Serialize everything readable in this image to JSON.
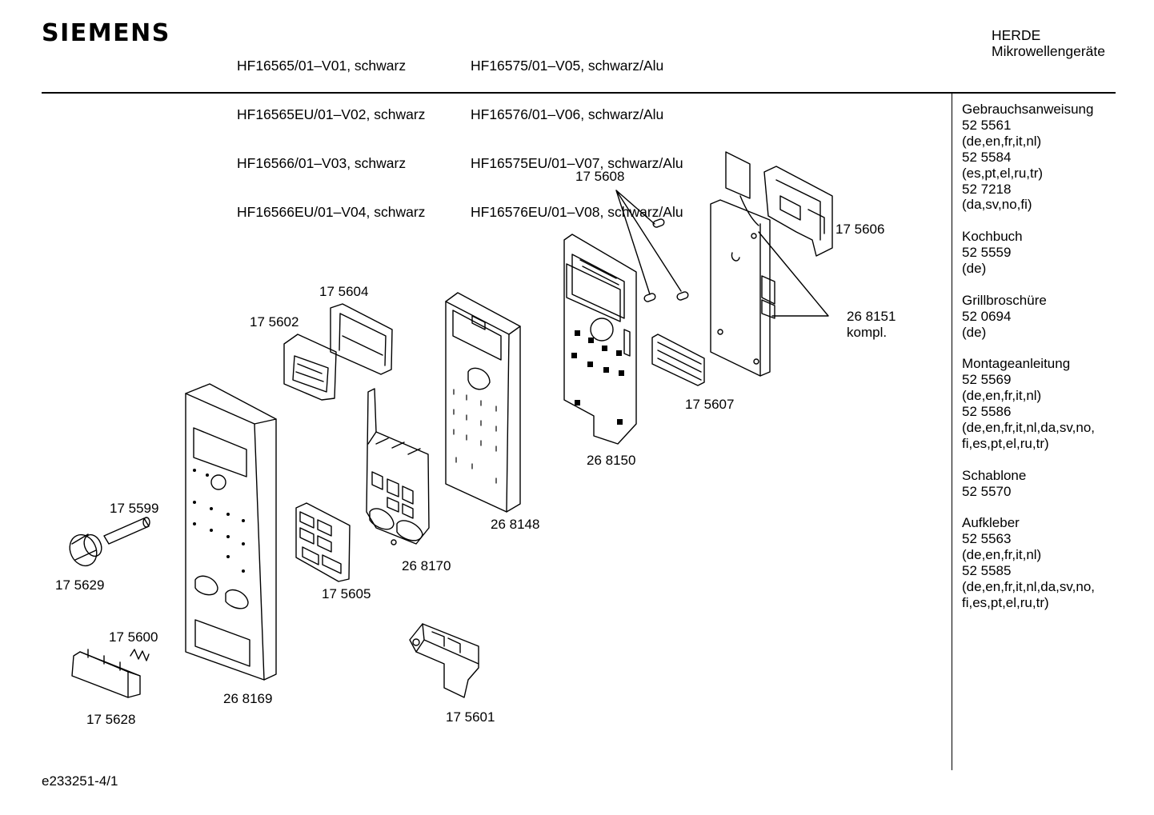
{
  "brand": "SIEMENS",
  "models_left": [
    "HF16565/01–V01, schwarz",
    "HF16565EU/01–V02, schwarz",
    "HF16566/01–V03, schwarz",
    "HF16566EU/01–V04, schwarz"
  ],
  "models_right": [
    "HF16575/01–V05, schwarz/Alu",
    "HF16576/01–V06, schwarz/Alu",
    "HF16575EU/01–V07, schwarz/Alu",
    "HF16576EU/01–V08, schwarz/Alu"
  ],
  "category": {
    "line1": "HERDE",
    "line2": "Mikrowellengeräte"
  },
  "documents": [
    {
      "title": "Gebrauchsanweisung",
      "lines": [
        "52 5561",
        "(de,en,fr,it,nl)",
        "52 5584",
        "(es,pt,el,ru,tr)",
        "52 7218",
        "(da,sv,no,fi)"
      ]
    },
    {
      "title": "Kochbuch",
      "lines": [
        "52 5559",
        "(de)"
      ]
    },
    {
      "title": "Grillbroschüre",
      "lines": [
        "52 0694",
        "(de)"
      ]
    },
    {
      "title": "Montageanleitung",
      "lines": [
        "52 5569",
        "(de,en,fr,it,nl)",
        "52 5586",
        "(de,en,fr,it,nl,da,sv,no,",
        "fi,es,pt,el,ru,tr)"
      ]
    },
    {
      "title": "Schablone",
      "lines": [
        "52 5570"
      ]
    },
    {
      "title": "Aufkleber",
      "lines": [
        "52 5563",
        "(de,en,fr,it,nl)",
        "52 5585",
        "(de,en,fr,it,nl,da,sv,no,",
        "fi,es,pt,el,ru,tr)"
      ]
    }
  ],
  "part_labels": {
    "p175608": "17 5608",
    "p175606": "17 5606",
    "p268151": "26 8151",
    "p268151_note": "kompl.",
    "p175604": "17 5604",
    "p175602": "17 5602",
    "p175607": "17 5607",
    "p268150": "26 8150",
    "p268148": "26 8148",
    "p175599": "17 5599",
    "p268170": "26 8170",
    "p175629": "17 5629",
    "p175605": "17 5605",
    "p175600": "17 5600",
    "p268169": "26 8169",
    "p175628": "17 5628",
    "p175601": "17 5601"
  },
  "footer": "e233251-4/1"
}
